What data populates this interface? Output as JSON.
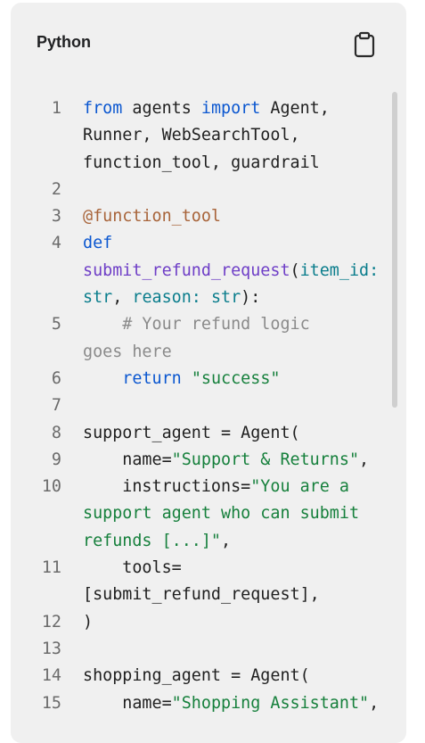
{
  "header": {
    "language": "Python",
    "copy_icon": "clipboard-icon"
  },
  "code_lines": [
    {
      "n": "1",
      "rows": [
        [
          [
            "kw",
            "from"
          ],
          [
            "t",
            " agents "
          ],
          [
            "kw",
            "import"
          ],
          [
            "t",
            " Agent,"
          ]
        ],
        [
          [
            "t",
            "Runner, WebSearchTool,"
          ]
        ],
        [
          [
            "t",
            "function_tool, guardrail"
          ]
        ]
      ]
    },
    {
      "n": "2",
      "rows": [
        [
          [
            "t",
            ""
          ]
        ]
      ]
    },
    {
      "n": "3",
      "rows": [
        [
          [
            "dec",
            "@function_tool"
          ]
        ]
      ]
    },
    {
      "n": "4",
      "rows": [
        [
          [
            "kw",
            "def"
          ]
        ],
        [
          [
            "fn",
            "submit_refund_request"
          ],
          [
            "t",
            "("
          ],
          [
            "ty",
            "item_id:"
          ]
        ],
        [
          [
            "ty",
            "str"
          ],
          [
            "t",
            ", "
          ],
          [
            "ty",
            "reason: str"
          ],
          [
            "t",
            "):"
          ]
        ]
      ]
    },
    {
      "n": "5",
      "rows": [
        [
          [
            "cm",
            "    # Your refund logic"
          ]
        ],
        [
          [
            "cm",
            "goes here"
          ]
        ]
      ]
    },
    {
      "n": "6",
      "rows": [
        [
          [
            "t",
            "    "
          ],
          [
            "kw",
            "return"
          ],
          [
            "t",
            " "
          ],
          [
            "str",
            "\"success\""
          ]
        ]
      ]
    },
    {
      "n": "7",
      "rows": [
        [
          [
            "t",
            ""
          ]
        ]
      ]
    },
    {
      "n": "8",
      "rows": [
        [
          [
            "t",
            "support_agent = Agent("
          ]
        ]
      ]
    },
    {
      "n": "9",
      "rows": [
        [
          [
            "t",
            "    name="
          ],
          [
            "str",
            "\"Support & Returns\""
          ],
          [
            "t",
            ","
          ]
        ]
      ]
    },
    {
      "n": "10",
      "rows": [
        [
          [
            "t",
            "    instructions="
          ],
          [
            "str",
            "\"You are a"
          ]
        ],
        [
          [
            "str",
            "support agent who can submit"
          ]
        ],
        [
          [
            "str",
            "refunds [...]\""
          ],
          [
            "t",
            ","
          ]
        ]
      ]
    },
    {
      "n": "11",
      "rows": [
        [
          [
            "t",
            "    tools="
          ]
        ],
        [
          [
            "t",
            "[submit_refund_request],"
          ]
        ]
      ]
    },
    {
      "n": "12",
      "rows": [
        [
          [
            "t",
            ")"
          ]
        ]
      ]
    },
    {
      "n": "13",
      "rows": [
        [
          [
            "t",
            ""
          ]
        ]
      ]
    },
    {
      "n": "14",
      "rows": [
        [
          [
            "t",
            "shopping_agent = Agent("
          ]
        ]
      ]
    },
    {
      "n": "15",
      "rows": [
        [
          [
            "t",
            "    name="
          ],
          [
            "str",
            "\"Shopping Assistant\""
          ],
          [
            "t",
            ","
          ]
        ]
      ]
    }
  ]
}
